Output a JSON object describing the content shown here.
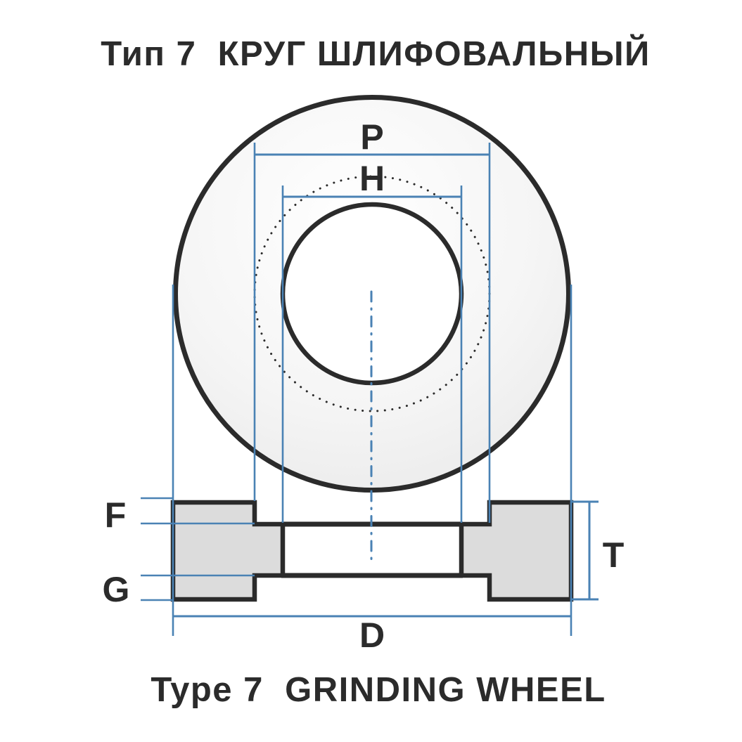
{
  "diagram": {
    "title_ru": "Тип 7  КРУГ ШЛИФОВАЛЬНЫЙ",
    "title_en": "Type 7  GRINDING WHEEL",
    "type_number": "7",
    "labels": {
      "recess_diameter": "P",
      "bore_diameter": "H",
      "recess_depth_front": "F",
      "recess_depth_back": "G",
      "thickness": "T",
      "outer_diameter": "D"
    }
  },
  "colors": {
    "ink": "#2b2b2b",
    "dimension": "#4a82b4",
    "section-fill": "#dcdcdc",
    "wheel-face-light": "#fdfdfd",
    "wheel-face-dark": "#e7e7e7",
    "background": "#ffffff"
  }
}
